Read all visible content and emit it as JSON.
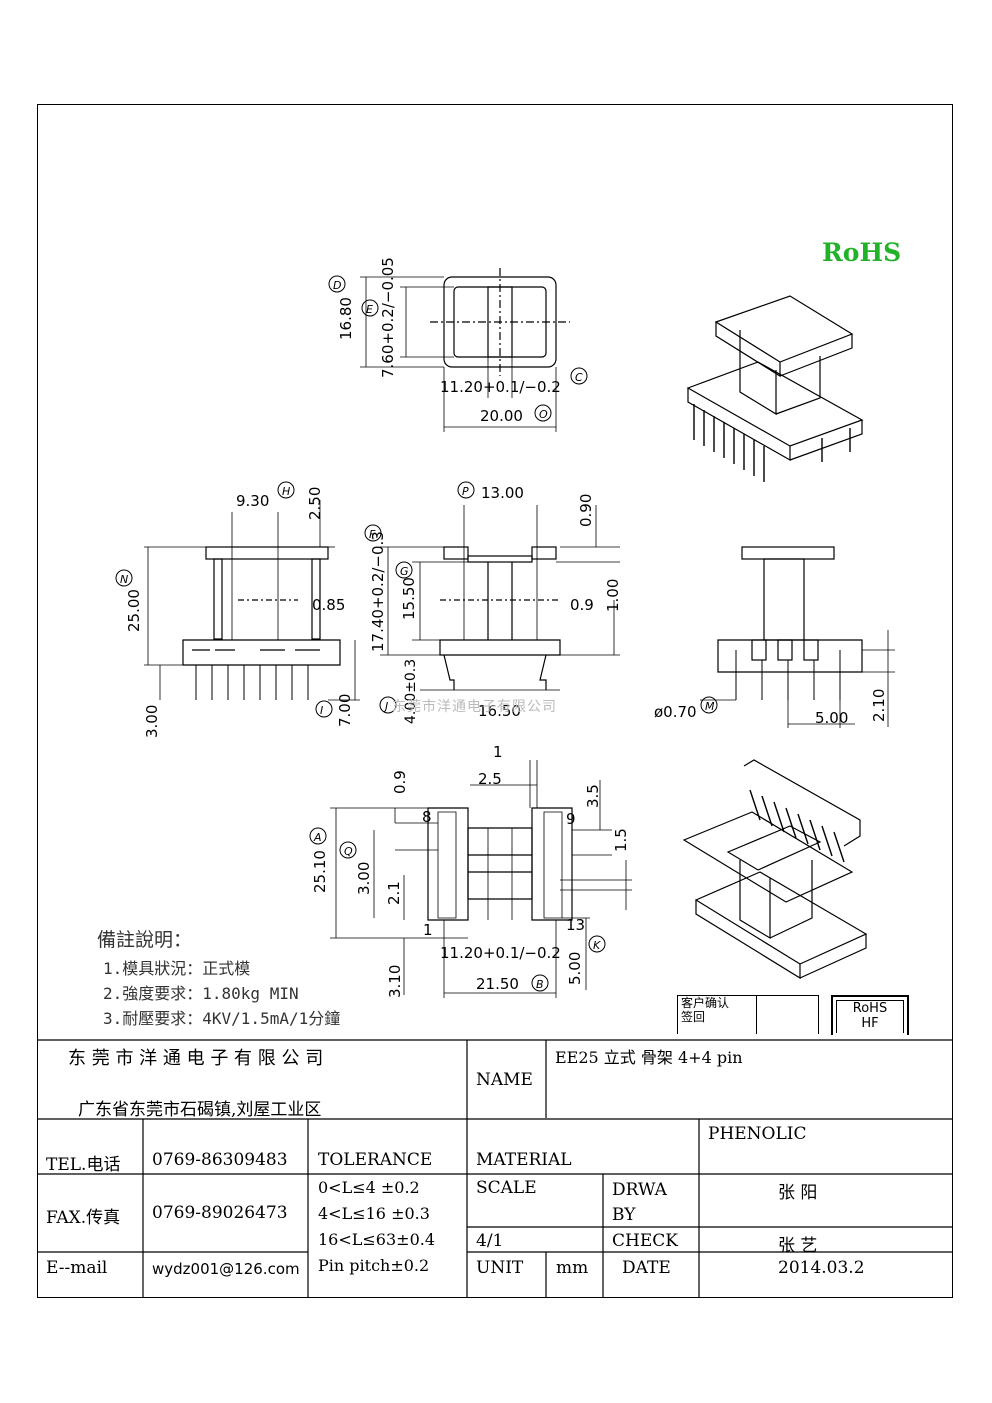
{
  "logo_text": "RoHS",
  "dims": {
    "top_16_80": "16.80",
    "top_circ_d": "D",
    "top_7_60": "7.60+0.2/−0.05",
    "top_circ_e": "E",
    "top_11_20": "11.20+0.1/−0.2",
    "top_circ_c": "C",
    "top_20_00": "20.00",
    "top_circ_o": "O",
    "f_9_30": "9.30",
    "f_circ_h": "H",
    "f_2_50": "2.50",
    "f_25_00": "25.00",
    "f_circ_n": "N",
    "f_0_85": "0.85",
    "f_3_00": "3.00",
    "f_7_00": "7.00",
    "f_circ_i": "I",
    "s_13_00": "13.00",
    "s_circ_p": "P",
    "s_0_90": "0.90",
    "s_17_40": "17.40+0.2/−0.3",
    "s_circ_f": "F",
    "s_15_50": "15.50",
    "s_circ_g": "G",
    "s_0_9": "0.9",
    "s_1_00": "1.00",
    "s_4_00": "4.00±0.3",
    "s_circ_j": "J",
    "s_16_50": "16.50",
    "r_0_70": "ø0.70",
    "r_circ_m": "M",
    "r_5_00": "5.00",
    "r_2_10": "2.10",
    "b_1": "1",
    "b_2_5": "2.5",
    "b_3_5": "3.5",
    "b_0_9": "0.9",
    "b_8": "8",
    "b_9": "9",
    "b_1_5": "1.5",
    "b_25_10": "25.10",
    "b_circ_a": "A",
    "b_3_00": "3.00",
    "b_circ_q": "Q",
    "b_2_1": "2.1",
    "b_1b": "1",
    "b_13": "13",
    "b_11_20": "11.20+0.1/−0.2",
    "b_5_00": "5.00",
    "b_circ_k": "K",
    "b_3_10": "3.10",
    "b_21_50": "21.50",
    "b_circ_b": "B"
  },
  "notes": {
    "heading": "備註說明：",
    "items": [
      "1.模具狀況：正式模",
      "2.強度要求：1.80kg MIN",
      "3.耐壓要求：4KV/1.5mA/1分鐘"
    ]
  },
  "stamp": {
    "line1": "客户确认",
    "line2": "签回"
  },
  "stamp2": {
    "line1": "RoHS",
    "line2": "HF"
  },
  "watermark": "东莞市洋通电子有限公司",
  "title_block": {
    "company": "东 莞 市 洋 通 电 子 有 限 公 司",
    "address": "广东省东莞市石碣镇,刘屋工业区",
    "name_label": "NAME",
    "name_value": "EE25  立式    骨架 4+4 pin",
    "tel_label": "TEL.电话",
    "tel_value": "0769-86309483",
    "tolerance_label": "TOLERANCE",
    "material_label": "MATERIAL",
    "material_value": "PHENOLIC",
    "fax_label": "FAX.传真",
    "fax_value": "0769-89026473",
    "tol_1": "0<L≤4    ±0.2",
    "tol_2": "4<L≤16  ±0.3",
    "tol_3": "16<L≤63±0.4",
    "tol_4": "Pin pitch±0.2",
    "scale_label": "SCALE",
    "scale_value": "4/1",
    "drawn_label": "DRWA BY",
    "drawn_value": "张  阳",
    "check_label": "CHECK",
    "check_value": "张  艺",
    "email_label": "E--mail",
    "email_value": "wydz001@126.com",
    "unit_label": "UNIT",
    "unit_value": "mm",
    "date_label": "DATE",
    "date_value": "2014.03.2"
  }
}
